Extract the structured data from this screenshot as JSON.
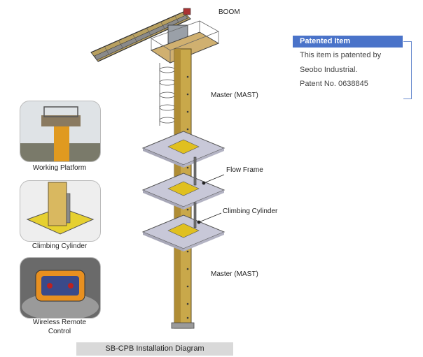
{
  "labels": {
    "boom": "BOOM",
    "master_top": "Master (MAST)",
    "flow_frame": "Flow Frame",
    "climbing_cylinder": "Climbing Cylinder",
    "master_bottom": "Master (MAST)"
  },
  "patent": {
    "title": "Patented Item",
    "line1": "This item is patented by",
    "line2": "Seobo Industrial.",
    "line3": "Patent No. 0638845"
  },
  "thumbnails": [
    {
      "caption": "Working Platform"
    },
    {
      "caption": "Climbing Cylinder"
    },
    {
      "caption_line1": "Wireless Remote",
      "caption_line2": "Control"
    }
  ],
  "caption": "SB-CPB Installation Diagram",
  "colors": {
    "accent": "#4a73c9",
    "mast": "#c9a84a",
    "plate": "#c8c8d8",
    "caption_bg": "#d9d9d9"
  }
}
